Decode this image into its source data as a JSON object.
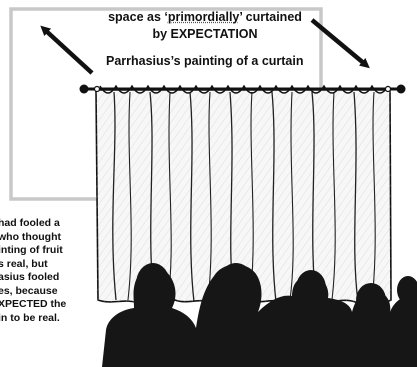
{
  "top_caption": {
    "line1_before": "space as ‘",
    "line1_emphasis": "primordially",
    "line1_after": "’ curtained",
    "line2": "by EXPECTATION"
  },
  "painting_caption": "Parrhasius’s painting of a curtain",
  "side_caption": [
    "had fooled a",
    "who thought",
    "inting of fruit",
    "s real, but",
    "asius fooled",
    "es, because",
    "XPECTED the",
    "in to be real."
  ],
  "colors": {
    "frame": "#c8c8c8",
    "ink": "#111111",
    "silhouette": "#161616",
    "curtain_fill": "#f7f7f7"
  },
  "icons": [
    "arrow-up-left-icon",
    "arrow-down-right-icon",
    "curtain-rod-icon",
    "curtain-illustration",
    "audience-silhouette"
  ]
}
